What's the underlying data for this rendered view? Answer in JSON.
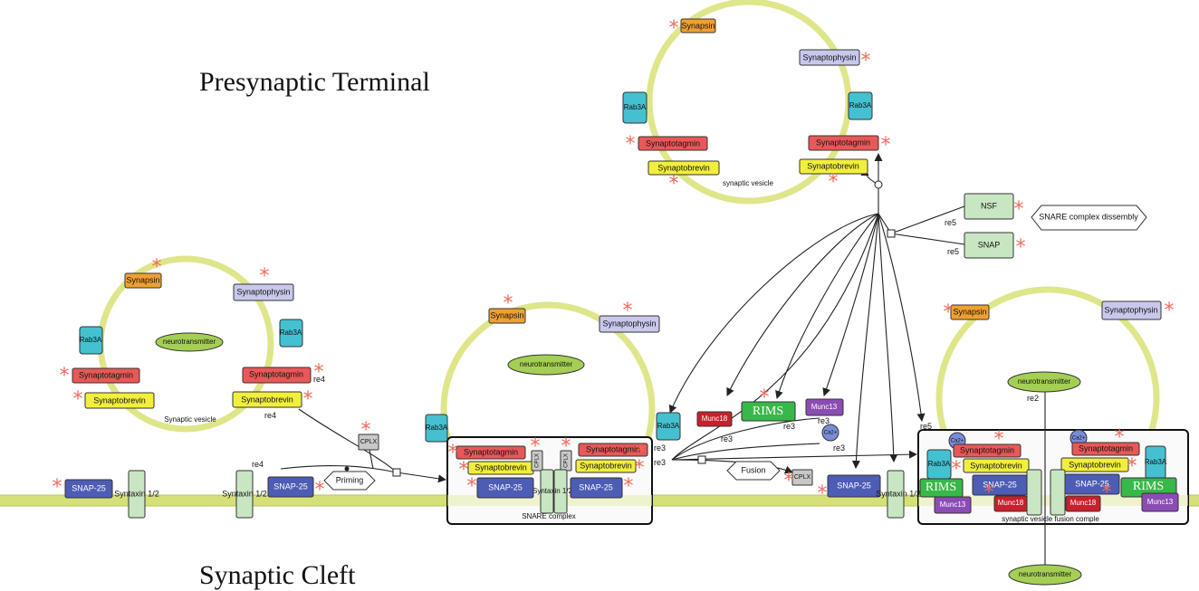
{
  "titles": {
    "presynaptic": "Presynaptic Terminal",
    "cleft": "Synaptic Cleft"
  },
  "proteins": {
    "synapsin": "Synapsin",
    "synaptophysin": "Synaptophysin",
    "rab3a": "Rab3A",
    "synaptotagmin": "Synaptotagmin",
    "synaptobrevin": "Synaptobrevin",
    "snap25": "SNAP-25",
    "syntaxin": "Syntaxin 1/2",
    "cplx": "CPLX",
    "munc13": "Munc13",
    "munc18": "Munc18",
    "rims": "RIMS",
    "nsf": "NSF",
    "snap": "SNAP",
    "ca": "Ca2+",
    "neurotransmitter": "neurotransmitter"
  },
  "compartments": {
    "synaptic_vesicle_lower": "synaptic vesicle",
    "synaptic_vesicle_cap": "Synaptic vesicle",
    "snare_complex": "SNARE complex",
    "fusion_complex": "synaptic vesicle fusion comple"
  },
  "processes": {
    "priming": "Priming",
    "fusion": "Fusion",
    "disassembly": "SNARE complex dissembly"
  },
  "reactions": {
    "re2": "re2",
    "re3": "re3",
    "re4": "re4",
    "re5": "re5"
  },
  "colors": {
    "membrane": "#d6e07a",
    "vesicle_ring": "#dfe68a",
    "synapsin": "#f0a030",
    "synaptophysin": "#c8c8ec",
    "rab3a": "#45c0d0",
    "synaptotagmin": "#e85858",
    "synaptobrevin": "#f2ef3c",
    "snap25": "#4d5cb4",
    "syntaxin": "#c9e6c2",
    "munc13": "#8b4cb4",
    "munc18": "#c8202c",
    "rims": "#38b848",
    "nsf": "#c9e6c2",
    "ca": "#7a8cd8",
    "neurotransmitter": "#a4cf54",
    "asterisk": "#f26a5a"
  }
}
